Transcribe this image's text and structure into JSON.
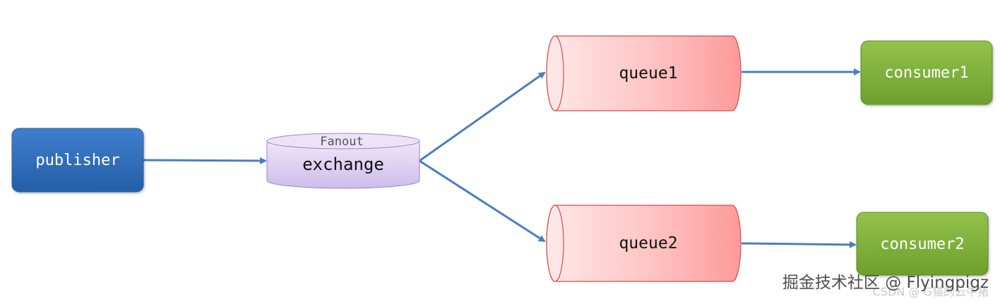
{
  "nodes": {
    "publisher": {
      "label": "publisher"
    },
    "exchange": {
      "type_label": "Fanout",
      "label": "exchange"
    },
    "queue1": {
      "label": "queue1"
    },
    "queue2": {
      "label": "queue2"
    },
    "consumer1": {
      "label": "consumer1"
    },
    "consumer2": {
      "label": "consumer2"
    }
  },
  "watermark": {
    "primary": "掘金技术社区 @ Flyingpigz",
    "secondary": "CSDN @ G猫的云牛猪"
  },
  "colors": {
    "publisher_fill": "#2e6bb8",
    "exchange_fill": "#d6c8ee",
    "queue_fill_start": "#ffe0e0",
    "queue_fill_end": "#fd9e9e",
    "consumer_fill": "#7fb03c",
    "arrow": "#4a7ec0",
    "watermark": "#555555"
  }
}
